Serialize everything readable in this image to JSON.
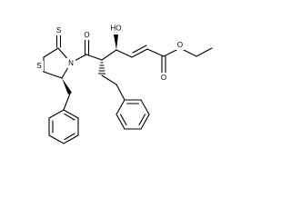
{
  "molecule": {
    "atoms": {
      "thione_s": "S",
      "ring_s": "S",
      "ring_n": "N",
      "amide_o": "O",
      "hydroxyl": "HO",
      "ester_o_carbonyl": "O",
      "ester_o_link": "O"
    },
    "colors": {
      "bond": "#000000",
      "label": "#000000",
      "background": "#ffffff"
    }
  }
}
